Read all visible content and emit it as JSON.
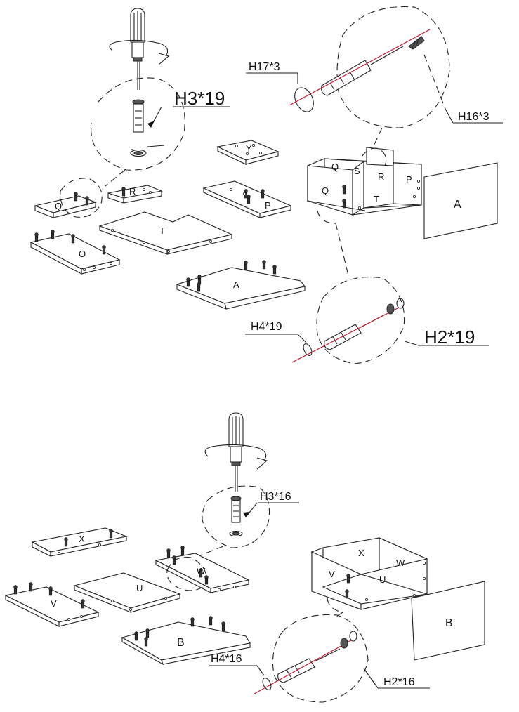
{
  "callouts": {
    "h3_19": "H3*19",
    "h17_3": "H17*3",
    "h16_3": "H16*3",
    "h4_19": "H4*19",
    "h2_19": "H2*19",
    "h3_16": "H3*16",
    "h4_16": "H4*16",
    "h2_16": "H2*16"
  },
  "top_panels": {
    "y": "Y",
    "q": "Q",
    "r": "R",
    "p": "P",
    "t": "T",
    "o": "O",
    "a": "A"
  },
  "top_assembly": {
    "q_back": "Q",
    "s": "S",
    "r": "R",
    "p": "P",
    "q_side": "Q",
    "t": "T",
    "a_front": "A"
  },
  "bottom_panels": {
    "x": "X",
    "w": "W",
    "u": "U",
    "v": "V",
    "b": "B"
  },
  "bottom_assembly": {
    "x": "X",
    "w": "W",
    "v": "V",
    "u": "U",
    "b_front": "B"
  },
  "icons": [
    "screwdriver-icon",
    "rotate-arrow-icon",
    "cam-bolt-icon",
    "cam-lock-icon",
    "dowel-icon",
    "wood-screw-icon"
  ]
}
